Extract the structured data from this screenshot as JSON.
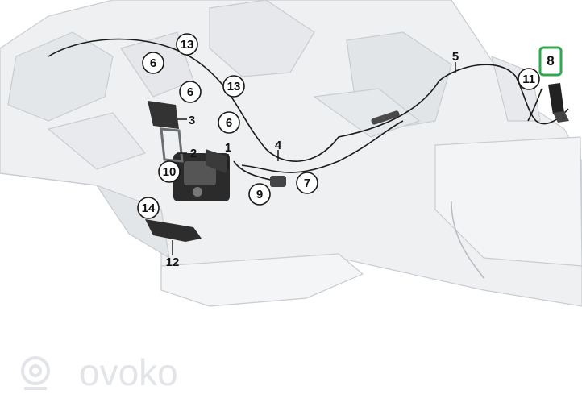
{
  "diagram": {
    "callouts": [
      {
        "id": "c13a",
        "label": "13",
        "style": "circle"
      },
      {
        "id": "c6a",
        "label": "6",
        "style": "circle"
      },
      {
        "id": "c6b",
        "label": "6",
        "style": "circle"
      },
      {
        "id": "c13b",
        "label": "13",
        "style": "circle"
      },
      {
        "id": "c3",
        "label": "3",
        "style": "plain"
      },
      {
        "id": "c6c",
        "label": "6",
        "style": "circle"
      },
      {
        "id": "c2",
        "label": "2",
        "style": "plain"
      },
      {
        "id": "c1",
        "label": "1",
        "style": "plain"
      },
      {
        "id": "c4",
        "label": "4",
        "style": "plain"
      },
      {
        "id": "c10",
        "label": "10",
        "style": "circle"
      },
      {
        "id": "c9",
        "label": "9",
        "style": "circle"
      },
      {
        "id": "c7",
        "label": "7",
        "style": "circle"
      },
      {
        "id": "c14",
        "label": "14",
        "style": "circle"
      },
      {
        "id": "c12",
        "label": "12",
        "style": "plain"
      },
      {
        "id": "c5",
        "label": "5",
        "style": "plain"
      },
      {
        "id": "c8",
        "label": "8",
        "style": "highlighted-box"
      },
      {
        "id": "c11",
        "label": "11",
        "style": "circle"
      }
    ],
    "highlight_color": "#2fa84f",
    "line_color": "#1a1a1a",
    "body_color": "#eef0f2"
  },
  "watermark": {
    "text": "ovoko",
    "color": "#e2e4e7"
  }
}
